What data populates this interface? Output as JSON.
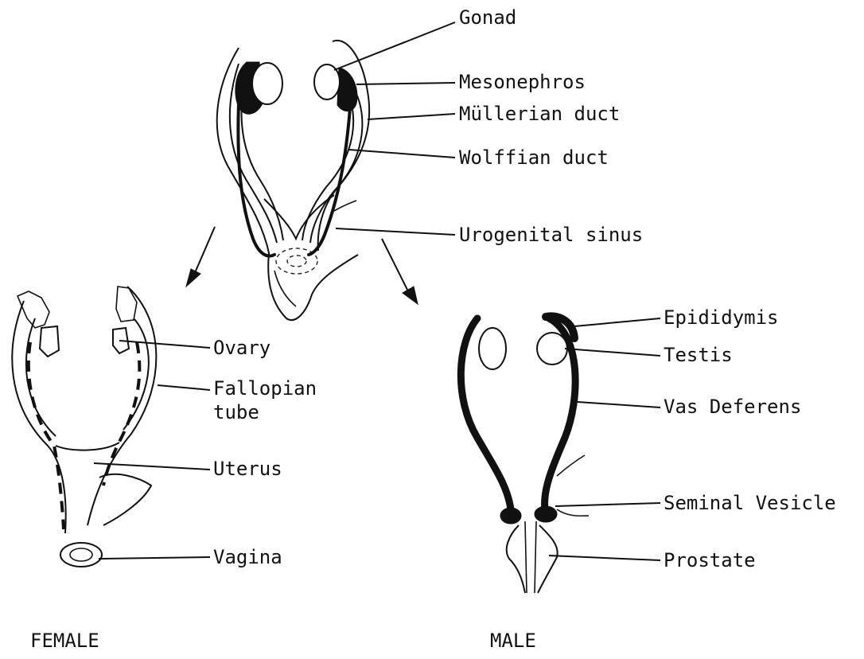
{
  "indifferent": {
    "labels": {
      "gonad": "Gonad",
      "mesonephros": "Mesonephros",
      "mullerian": "Müllerian duct",
      "wolffian": "Wolffian duct",
      "urogenital": "Urogenital sinus"
    }
  },
  "female": {
    "caption": "FEMALE",
    "labels": {
      "ovary": "Ovary",
      "fallopian_line1": "Fallopian",
      "fallopian_line2": "tube",
      "uterus": "Uterus",
      "vagina": "Vagina"
    }
  },
  "male": {
    "caption": "MALE",
    "labels": {
      "epididymis": "Epididymis",
      "testis": "Testis",
      "vas": "Vas Deferens",
      "seminal": "Seminal Vesicle",
      "prostate": "Prostate"
    }
  }
}
